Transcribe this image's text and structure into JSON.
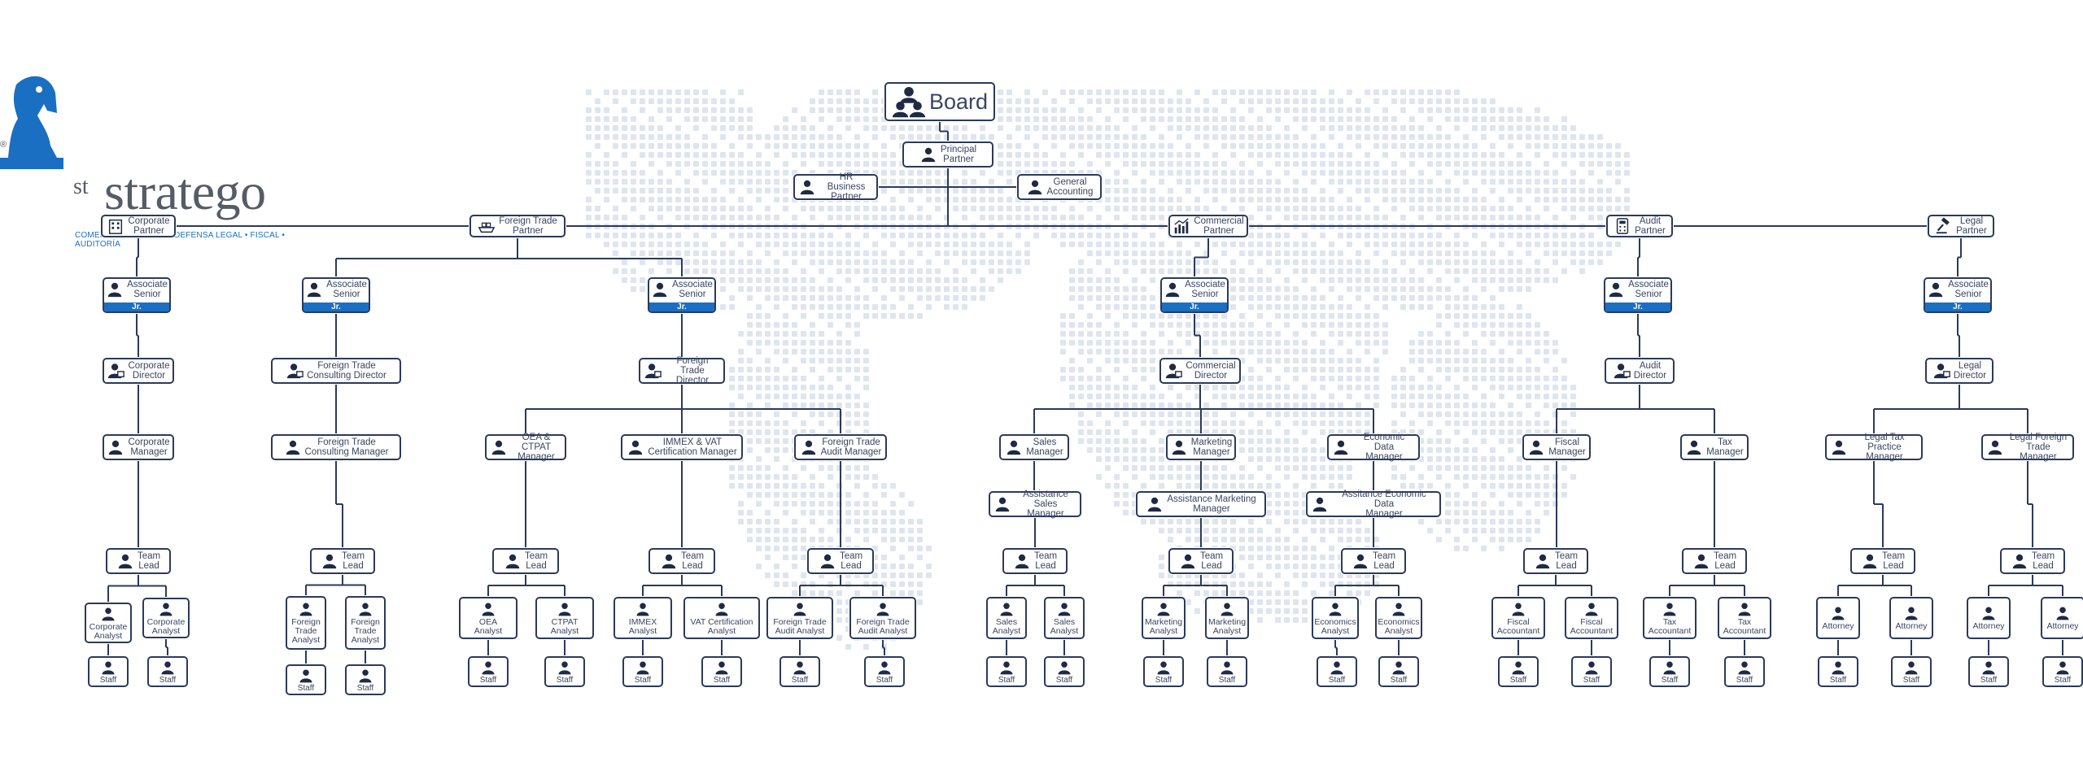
{
  "logo": {
    "registered": "®",
    "brand_prefix": "st",
    "brand_name": "stratego",
    "tagline": "COMERCIO EXTERIOR • DEFENSA LEGAL •  FISCAL • AUDITORÍA",
    "brand_color": "#1a6fc2"
  },
  "colors": {
    "box_border": "#2b3a5c",
    "connector": "#2b3a5c",
    "accent_band": "#1a6fc2",
    "map_dots": "#dfe5ee"
  },
  "nodes": [
    {
      "id": "board",
      "label": "Board",
      "icon": "group-icon"
    },
    {
      "id": "principal",
      "label": "Principal\nPartner",
      "icon": "person-icon"
    },
    {
      "id": "hr",
      "label": "HR Business\nPartner",
      "icon": "person-icon"
    },
    {
      "id": "gen",
      "label": "General\nAccounting",
      "icon": "person-icon"
    },
    {
      "id": "corp",
      "label": "Corporate\nPartner",
      "icon": "building-icon"
    },
    {
      "id": "ft",
      "label": "Foreign Trade\nPartner",
      "icon": "ship-icon"
    },
    {
      "id": "com",
      "label": "Commercial\nPartner",
      "icon": "chart-icon"
    },
    {
      "id": "aud",
      "label": "Audit\nPartner",
      "icon": "calculator-icon"
    },
    {
      "id": "leg",
      "label": "Legal\nPartner",
      "icon": "gavel-icon"
    },
    {
      "id": "c_as",
      "label": "Associate\nSenior",
      "band": "Jr.",
      "icon": "person-icon"
    },
    {
      "id": "c_dir",
      "label": "Corporate\nDirector",
      "icon": "person-tie-icon"
    },
    {
      "id": "c_mgr",
      "label": "Corporate\nManager",
      "icon": "person-icon"
    },
    {
      "id": "c_tl",
      "label": "Team\nLead",
      "icon": "person-icon"
    },
    {
      "id": "c_a1",
      "label": "Corporate\nAnalyst",
      "icon": "person-icon"
    },
    {
      "id": "c_a2",
      "label": "Corporate\nAnalyst",
      "icon": "person-icon"
    },
    {
      "id": "c_s1",
      "label": "Staff",
      "icon": "person-icon"
    },
    {
      "id": "c_s2",
      "label": "Staff",
      "icon": "person-icon"
    },
    {
      "id": "ftc_as",
      "label": "Associate\nSenior",
      "band": "Jr.",
      "icon": "person-icon"
    },
    {
      "id": "ftc_dir",
      "label": "Foreign Trade\nConsulting Director",
      "icon": "person-tie-icon"
    },
    {
      "id": "ftc_mgr",
      "label": "Foreign Trade\nConsulting Manager",
      "icon": "person-icon"
    },
    {
      "id": "ftc_tl",
      "label": "Team\nLead",
      "icon": "person-icon"
    },
    {
      "id": "ftc_a1",
      "label": "Foreign\nTrade\nAnalyst",
      "icon": "person-icon"
    },
    {
      "id": "ftc_a2",
      "label": "Foreign\nTrade\nAnalyst",
      "icon": "person-icon"
    },
    {
      "id": "ftc_s1",
      "label": "Staff",
      "icon": "person-icon"
    },
    {
      "id": "ftc_s2",
      "label": "Staff",
      "icon": "person-icon"
    },
    {
      "id": "ftd_as",
      "label": "Associate\nSenior",
      "band": "Jr.",
      "icon": "person-icon"
    },
    {
      "id": "ftd_dir",
      "label": "Foreign Trade\nDirector",
      "icon": "person-tie-icon"
    },
    {
      "id": "oea_mgr",
      "label": "OEA & CTPAT\nManager",
      "icon": "person-icon"
    },
    {
      "id": "immex_mgr",
      "label": "IMMEX & VAT\nCertification Manager",
      "icon": "person-icon"
    },
    {
      "id": "fta_mgr",
      "label": "Foreign Trade\nAudit Manager",
      "icon": "person-icon"
    },
    {
      "id": "oea_tl",
      "label": "Team\nLead",
      "icon": "person-icon"
    },
    {
      "id": "immex_tl",
      "label": "Team\nLead",
      "icon": "person-icon"
    },
    {
      "id": "fta_tl",
      "label": "Team\nLead",
      "icon": "person-icon"
    },
    {
      "id": "oea_a1",
      "label": "OEA\nAnalyst",
      "icon": "person-icon"
    },
    {
      "id": "oea_a2",
      "label": "CTPAT\nAnalyst",
      "icon": "person-icon"
    },
    {
      "id": "immex_a1",
      "label": "IMMEX\nAnalyst",
      "icon": "person-icon"
    },
    {
      "id": "immex_a2",
      "label": "VAT Certification\nAnalyst",
      "icon": "person-icon"
    },
    {
      "id": "fta_a1",
      "label": "Foreign Trade\nAudit Analyst",
      "icon": "person-icon"
    },
    {
      "id": "fta_a2",
      "label": "Foreign Trade\nAudit Analyst",
      "icon": "person-icon"
    },
    {
      "id": "oea_s1",
      "label": "Staff",
      "icon": "person-icon"
    },
    {
      "id": "oea_s2",
      "label": "Staff",
      "icon": "person-icon"
    },
    {
      "id": "immex_s1",
      "label": "Staff",
      "icon": "person-icon"
    },
    {
      "id": "immex_s2",
      "label": "Staff",
      "icon": "person-icon"
    },
    {
      "id": "fta_s1",
      "label": "Staff",
      "icon": "person-icon"
    },
    {
      "id": "fta_s2",
      "label": "Staff",
      "icon": "person-icon"
    },
    {
      "id": "com_as",
      "label": "Associate\nSenior",
      "band": "Jr.",
      "icon": "person-icon"
    },
    {
      "id": "com_dir",
      "label": "Commercial\nDirector",
      "icon": "person-tie-icon"
    },
    {
      "id": "sales_mgr",
      "label": "Sales\nManager",
      "icon": "person-icon"
    },
    {
      "id": "mkt_mgr",
      "label": "Marketing\nManager",
      "icon": "person-icon"
    },
    {
      "id": "eco_mgr",
      "label": "Economic Data\nManager",
      "icon": "person-icon"
    },
    {
      "id": "sales_asm",
      "label": "Assistance Sales\nManager",
      "icon": "person-icon"
    },
    {
      "id": "mkt_asm",
      "label": "Assistance Marketing\nManager",
      "icon": "person-icon"
    },
    {
      "id": "eco_asm",
      "label": "Assitance Economic Data\nManager",
      "icon": "person-icon"
    },
    {
      "id": "sales_tl",
      "label": "Team\nLead",
      "icon": "person-icon"
    },
    {
      "id": "mkt_tl",
      "label": "Team\nLead",
      "icon": "person-icon"
    },
    {
      "id": "eco_tl",
      "label": "Team\nLead",
      "icon": "person-icon"
    },
    {
      "id": "sales_a1",
      "label": "Sales\nAnalyst",
      "icon": "person-icon"
    },
    {
      "id": "sales_a2",
      "label": "Sales\nAnalyst",
      "icon": "person-icon"
    },
    {
      "id": "mkt_a1",
      "label": "Marketing\nAnalyst",
      "icon": "person-icon"
    },
    {
      "id": "mkt_a2",
      "label": "Marketing\nAnalyst",
      "icon": "person-icon"
    },
    {
      "id": "eco_a1",
      "label": "Economics\nAnalyst",
      "icon": "person-icon"
    },
    {
      "id": "eco_a2",
      "label": "Economics\nAnalyst",
      "icon": "person-icon"
    },
    {
      "id": "sales_s1",
      "label": "Staff",
      "icon": "person-icon"
    },
    {
      "id": "sales_s2",
      "label": "Staff",
      "icon": "person-icon"
    },
    {
      "id": "mkt_s1",
      "label": "Staff",
      "icon": "person-icon"
    },
    {
      "id": "mkt_s2",
      "label": "Staff",
      "icon": "person-icon"
    },
    {
      "id": "eco_s1",
      "label": "Staff",
      "icon": "person-icon"
    },
    {
      "id": "eco_s2",
      "label": "Staff",
      "icon": "person-icon"
    },
    {
      "id": "aud_as",
      "label": "Associate\nSenior",
      "band": "Jr.",
      "icon": "person-icon"
    },
    {
      "id": "aud_dir",
      "label": "Audit\nDirector",
      "icon": "person-tie-icon"
    },
    {
      "id": "fis_mgr",
      "label": "Fiscal\nManager",
      "icon": "person-icon"
    },
    {
      "id": "tax_mgr",
      "label": "Tax\nManager",
      "icon": "person-icon"
    },
    {
      "id": "fis_tl",
      "label": "Team\nLead",
      "icon": "person-icon"
    },
    {
      "id": "tax_tl",
      "label": "Team\nLead",
      "icon": "person-icon"
    },
    {
      "id": "fis_a1",
      "label": "Fiscal\nAccountant",
      "icon": "person-icon"
    },
    {
      "id": "fis_a2",
      "label": "Fiscal\nAccountant",
      "icon": "person-icon"
    },
    {
      "id": "tax_a1",
      "label": "Tax\nAccountant",
      "icon": "person-icon"
    },
    {
      "id": "tax_a2",
      "label": "Tax\nAccountant",
      "icon": "person-icon"
    },
    {
      "id": "fis_s1",
      "label": "Staff",
      "icon": "person-icon"
    },
    {
      "id": "fis_s2",
      "label": "Staff",
      "icon": "person-icon"
    },
    {
      "id": "tax_s1",
      "label": "Staff",
      "icon": "person-icon"
    },
    {
      "id": "tax_s2",
      "label": "Staff",
      "icon": "person-icon"
    },
    {
      "id": "leg_as",
      "label": "Associate\nSenior",
      "band": "Jr.",
      "icon": "person-icon"
    },
    {
      "id": "leg_dir",
      "label": "Legal\nDirector",
      "icon": "person-tie-icon"
    },
    {
      "id": "ltp_mgr",
      "label": "Legal Tax\nPractice Manager",
      "icon": "person-icon"
    },
    {
      "id": "lft_mgr",
      "label": "Legal Foreign\nTrade Manager",
      "icon": "person-icon"
    },
    {
      "id": "ltp_tl",
      "label": "Team\nLead",
      "icon": "person-icon"
    },
    {
      "id": "lft_tl",
      "label": "Team\nLead",
      "icon": "person-icon"
    },
    {
      "id": "ltp_a1",
      "label": "Attorney",
      "icon": "person-icon"
    },
    {
      "id": "ltp_a2",
      "label": "Attorney",
      "icon": "person-icon"
    },
    {
      "id": "lft_a1",
      "label": "Attorney",
      "icon": "person-icon"
    },
    {
      "id": "lft_a2",
      "label": "Attorney",
      "icon": "person-icon"
    },
    {
      "id": "ltp_s1",
      "label": "Staff",
      "icon": "person-icon"
    },
    {
      "id": "ltp_s2",
      "label": "Staff",
      "icon": "person-icon"
    },
    {
      "id": "lft_s1",
      "label": "Staff",
      "icon": "person-icon"
    },
    {
      "id": "lft_s2",
      "label": "Staff",
      "icon": "person-icon"
    }
  ],
  "edges": [
    [
      "board",
      "principal"
    ],
    [
      "principal",
      "hr"
    ],
    [
      "principal",
      "gen"
    ],
    [
      "principal",
      "corp"
    ],
    [
      "principal",
      "ft"
    ],
    [
      "principal",
      "com"
    ],
    [
      "principal",
      "aud"
    ],
    [
      "principal",
      "leg"
    ],
    [
      "corp",
      "c_as"
    ],
    [
      "c_as",
      "c_dir"
    ],
    [
      "c_dir",
      "c_mgr"
    ],
    [
      "c_mgr",
      "c_tl"
    ],
    [
      "c_tl",
      "c_a1"
    ],
    [
      "c_tl",
      "c_a2"
    ],
    [
      "c_a1",
      "c_s1"
    ],
    [
      "c_a2",
      "c_s2"
    ],
    [
      "ft",
      "ftc_as"
    ],
    [
      "ft",
      "ftd_as"
    ],
    [
      "ftc_as",
      "ftc_dir"
    ],
    [
      "ftc_dir",
      "ftc_mgr"
    ],
    [
      "ftc_mgr",
      "ftc_tl"
    ],
    [
      "ftc_tl",
      "ftc_a1"
    ],
    [
      "ftc_tl",
      "ftc_a2"
    ],
    [
      "ftc_a1",
      "ftc_s1"
    ],
    [
      "ftc_a2",
      "ftc_s2"
    ],
    [
      "ftd_as",
      "ftd_dir"
    ],
    [
      "ftd_dir",
      "oea_mgr"
    ],
    [
      "ftd_dir",
      "immex_mgr"
    ],
    [
      "ftd_dir",
      "fta_mgr"
    ],
    [
      "oea_mgr",
      "oea_tl"
    ],
    [
      "oea_tl",
      "oea_a1"
    ],
    [
      "oea_tl",
      "oea_a2"
    ],
    [
      "oea_a1",
      "oea_s1"
    ],
    [
      "oea_a2",
      "oea_s2"
    ],
    [
      "immex_mgr",
      "immex_tl"
    ],
    [
      "immex_tl",
      "immex_a1"
    ],
    [
      "immex_tl",
      "immex_a2"
    ],
    [
      "immex_a1",
      "immex_s1"
    ],
    [
      "immex_a2",
      "immex_s2"
    ],
    [
      "fta_mgr",
      "fta_tl"
    ],
    [
      "fta_tl",
      "fta_a1"
    ],
    [
      "fta_tl",
      "fta_a2"
    ],
    [
      "fta_a1",
      "fta_s1"
    ],
    [
      "fta_a2",
      "fta_s2"
    ],
    [
      "com",
      "com_as"
    ],
    [
      "com_as",
      "com_dir"
    ],
    [
      "com_dir",
      "sales_mgr"
    ],
    [
      "com_dir",
      "mkt_mgr"
    ],
    [
      "com_dir",
      "eco_mgr"
    ],
    [
      "sales_mgr",
      "sales_asm"
    ],
    [
      "sales_asm",
      "sales_tl"
    ],
    [
      "sales_tl",
      "sales_a1"
    ],
    [
      "sales_tl",
      "sales_a2"
    ],
    [
      "sales_a1",
      "sales_s1"
    ],
    [
      "sales_a2",
      "sales_s2"
    ],
    [
      "mkt_mgr",
      "mkt_asm"
    ],
    [
      "mkt_asm",
      "mkt_tl"
    ],
    [
      "mkt_tl",
      "mkt_a1"
    ],
    [
      "mkt_tl",
      "mkt_a2"
    ],
    [
      "mkt_a1",
      "mkt_s1"
    ],
    [
      "mkt_a2",
      "mkt_s2"
    ],
    [
      "eco_mgr",
      "eco_asm"
    ],
    [
      "eco_asm",
      "eco_tl"
    ],
    [
      "eco_tl",
      "eco_a1"
    ],
    [
      "eco_tl",
      "eco_a2"
    ],
    [
      "eco_a1",
      "eco_s1"
    ],
    [
      "eco_a2",
      "eco_s2"
    ],
    [
      "aud",
      "aud_as"
    ],
    [
      "aud_as",
      "aud_dir"
    ],
    [
      "aud_dir",
      "fis_mgr"
    ],
    [
      "aud_dir",
      "tax_mgr"
    ],
    [
      "fis_mgr",
      "fis_tl"
    ],
    [
      "fis_tl",
      "fis_a1"
    ],
    [
      "fis_tl",
      "fis_a2"
    ],
    [
      "fis_a1",
      "fis_s1"
    ],
    [
      "fis_a2",
      "fis_s2"
    ],
    [
      "tax_mgr",
      "tax_tl"
    ],
    [
      "tax_tl",
      "tax_a1"
    ],
    [
      "tax_tl",
      "tax_a2"
    ],
    [
      "tax_a1",
      "tax_s1"
    ],
    [
      "tax_a2",
      "tax_s2"
    ],
    [
      "leg",
      "leg_as"
    ],
    [
      "leg_as",
      "leg_dir"
    ],
    [
      "leg_dir",
      "ltp_mgr"
    ],
    [
      "leg_dir",
      "lft_mgr"
    ],
    [
      "ltp_mgr",
      "ltp_tl"
    ],
    [
      "ltp_tl",
      "ltp_a1"
    ],
    [
      "ltp_tl",
      "ltp_a2"
    ],
    [
      "ltp_a1",
      "ltp_s1"
    ],
    [
      "ltp_a2",
      "ltp_s2"
    ],
    [
      "lft_mgr",
      "lft_tl"
    ],
    [
      "lft_tl",
      "lft_a1"
    ],
    [
      "lft_tl",
      "lft_a2"
    ],
    [
      "lft_a1",
      "lft_s1"
    ],
    [
      "lft_a2",
      "lft_s2"
    ]
  ]
}
